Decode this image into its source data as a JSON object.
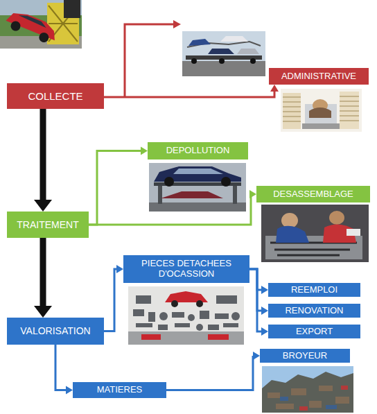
{
  "diagram": {
    "nodes": [
      {
        "text": [
          "COLLECTE"
        ]
      },
      {
        "text": [
          "ADMINISTRATIVE"
        ]
      },
      {
        "text": [
          "TRAITEMENT"
        ]
      },
      {
        "text": [
          "DEPOLLUTION"
        ]
      },
      {
        "text": [
          "DESASSEMBLAGE"
        ]
      },
      {
        "text": [
          "VALORISATION"
        ]
      },
      {
        "text": [
          "PIECES DETACHEES D'OCASSION"
        ]
      },
      {
        "text": [
          "REEMPLOI"
        ]
      },
      {
        "text": [
          "RENOVATION"
        ]
      },
      {
        "text": [
          "EXPORT"
        ]
      },
      {
        "text": [
          "MATIERES"
        ]
      },
      {
        "text": [
          "BROYEUR"
        ]
      }
    ],
    "edges": [
      {
        "from": 0,
        "to": 1,
        "arrow": "to"
      },
      {
        "from": 0,
        "to": 2,
        "arrow": "to"
      },
      {
        "from": 2,
        "to": 3,
        "arrow": "to"
      },
      {
        "from": 2,
        "to": 4,
        "arrow": "to"
      },
      {
        "from": 2,
        "to": 5,
        "arrow": "to"
      },
      {
        "from": 5,
        "to": 6,
        "arrow": "to"
      },
      {
        "from": 6,
        "to": 7,
        "arrow": "to"
      },
      {
        "from": 6,
        "to": 8,
        "arrow": "to"
      },
      {
        "from": 6,
        "to": 9,
        "arrow": "to"
      },
      {
        "from": 5,
        "to": 10,
        "arrow": "to"
      },
      {
        "from": 10,
        "to": 11,
        "arrow": "to"
      }
    ]
  }
}
